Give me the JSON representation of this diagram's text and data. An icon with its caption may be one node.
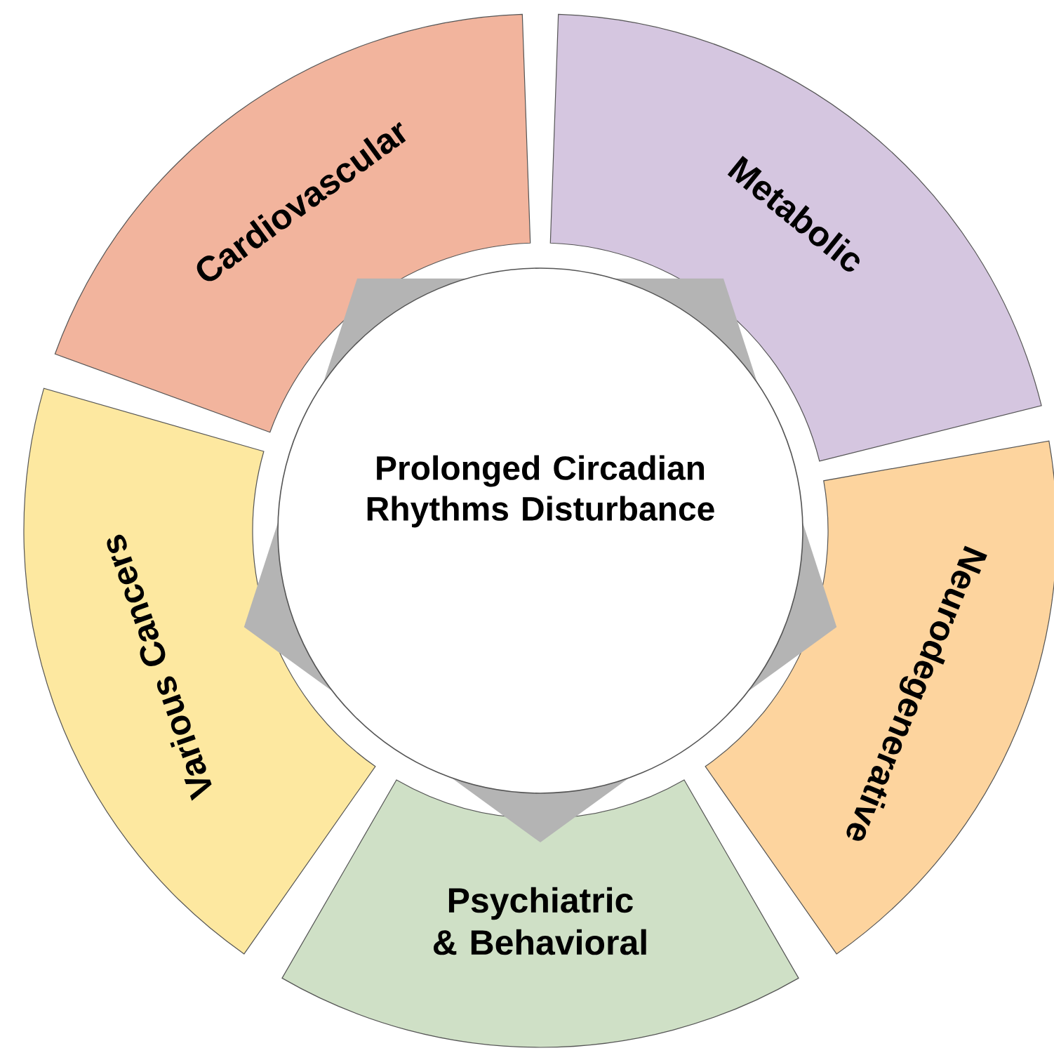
{
  "diagram": {
    "nodes": [
      {
        "text": [
          "Cardiovascular"
        ]
      },
      {
        "text": [
          "Metabolic"
        ]
      },
      {
        "text": [
          "Prolonged Circadian Rhythms Disturbance"
        ]
      },
      {
        "text": [
          "Various Cancers"
        ]
      },
      {
        "text": [
          "Neurodegenerative"
        ]
      },
      {
        "text": [
          "Psychiatric & Behavioral"
        ]
      }
    ]
  }
}
